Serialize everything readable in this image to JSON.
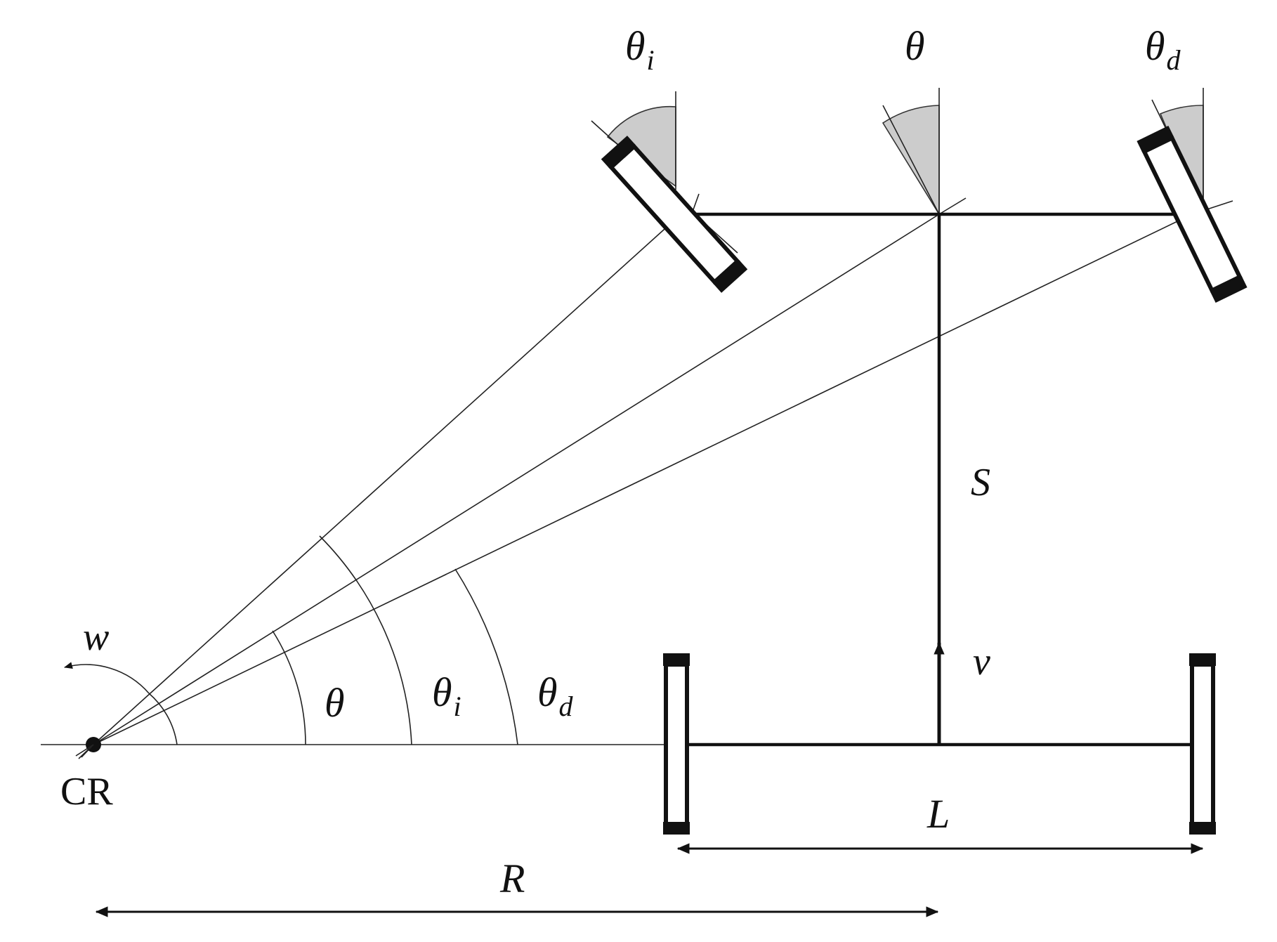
{
  "labels": {
    "theta_top": "θ",
    "theta_i_top": "θ",
    "theta_i_top_sub": "i",
    "theta_d_top": "θ",
    "theta_d_top_sub": "d",
    "theta_arc": "θ",
    "theta_i_arc": "θ",
    "theta_i_arc_sub": "i",
    "theta_d_arc": "θ",
    "theta_d_arc_sub": "d",
    "omega": "w",
    "center_of_rotation": "CR",
    "wheelbase": "S",
    "velocity": "v",
    "track_width": "L",
    "turn_radius": "R"
  }
}
